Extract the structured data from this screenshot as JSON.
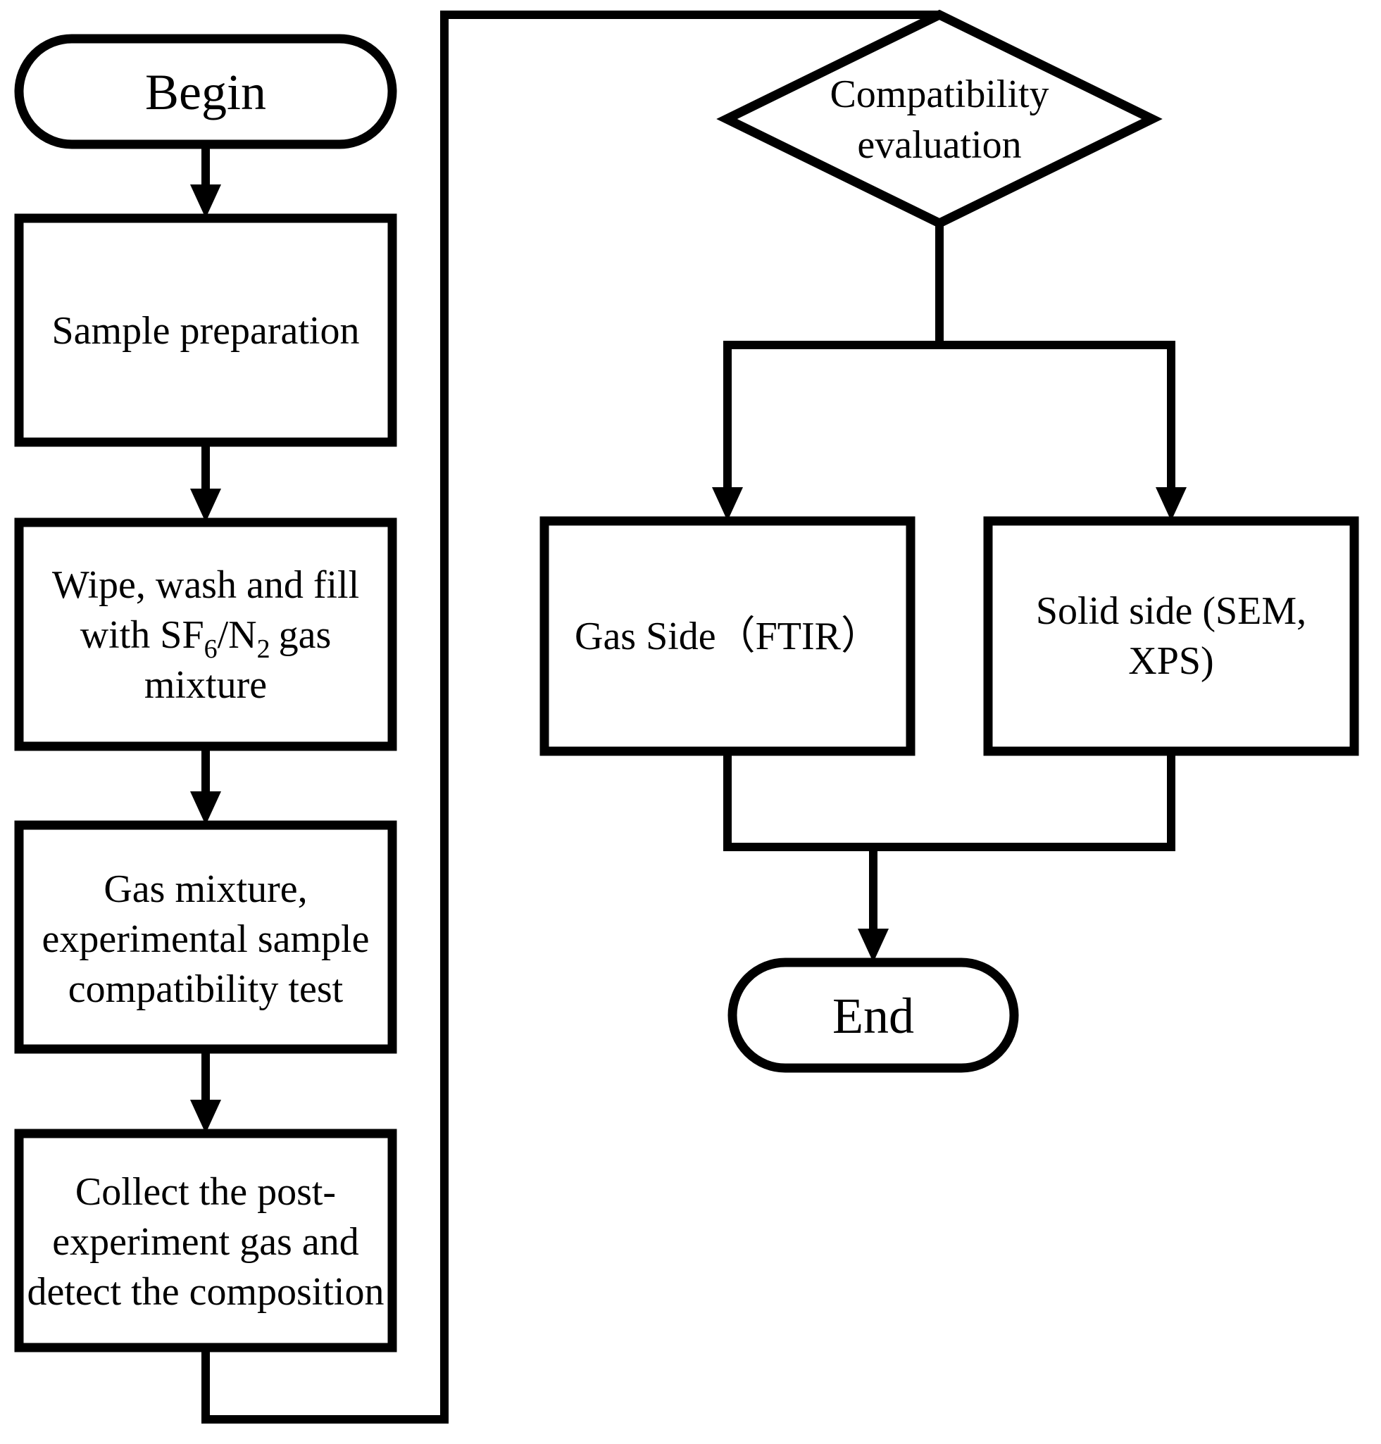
{
  "flowchart": {
    "colors": {
      "stroke": "#000000",
      "fill": "#ffffff",
      "text": "#000000"
    },
    "nodes": {
      "begin": {
        "type": "terminator",
        "label": "Begin"
      },
      "sample_preparation": {
        "type": "process",
        "label": "Sample preparation"
      },
      "wipe_wash_fill": {
        "type": "process",
        "line1": "Wipe, wash and fill",
        "line2_a": "with SF",
        "line2_sub_a": "6",
        "line2_b": "/N",
        "line2_sub_b": "2",
        "line2_c": "gas",
        "line3": "mixture"
      },
      "gas_mixture_test": {
        "type": "process",
        "line1": "Gas mixture,",
        "line2": "experimental sample",
        "line3": "compatibility test"
      },
      "collect_gas": {
        "type": "process",
        "line1": "Collect the post-",
        "line2": "experiment gas and",
        "line3": "detect the composition"
      },
      "compatibility_evaluation": {
        "type": "decision",
        "line1": "Compatibility",
        "line2": "evaluation"
      },
      "gas_side": {
        "type": "process",
        "label": "Gas Side（FTIR）"
      },
      "solid_side": {
        "type": "process",
        "line1": "Solid side (SEM,",
        "line2": "XPS)"
      },
      "end": {
        "type": "terminator",
        "label": "End"
      }
    }
  }
}
